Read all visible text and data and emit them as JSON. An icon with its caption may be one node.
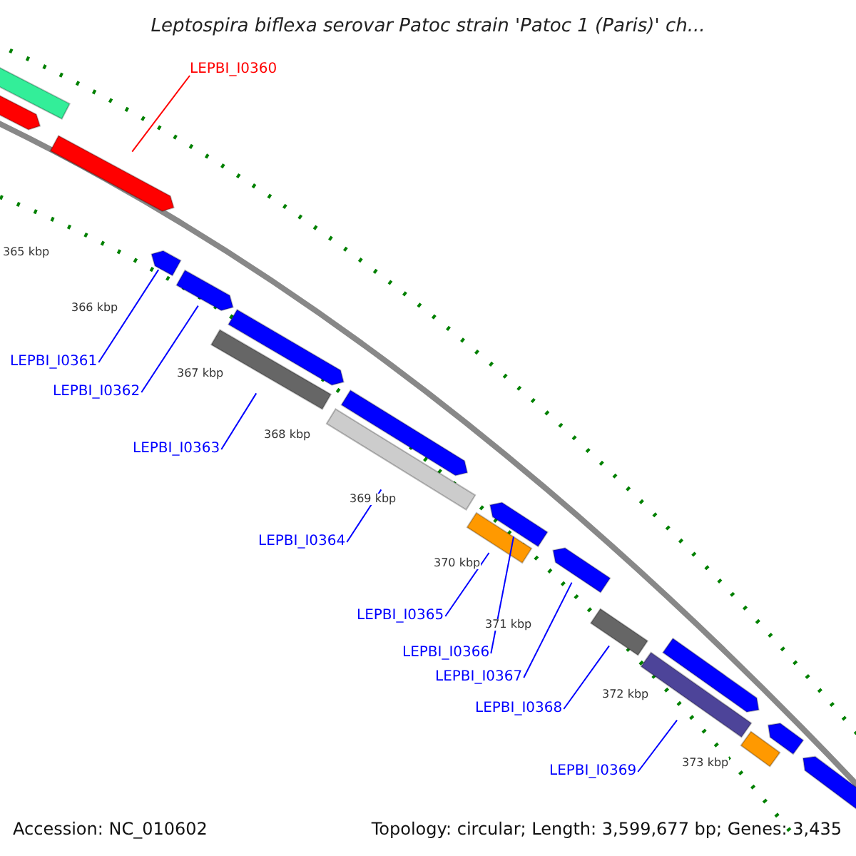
{
  "diagram": {
    "title": "Leptospira biflexa serovar Patoc strain 'Patoc 1 (Paris)' ch...",
    "nodes": [
      {
        "text": [
          "LEPBI_I0360"
        ]
      },
      {
        "text": [
          "LEPBI_I0361"
        ]
      },
      {
        "text": [
          "LEPBI_I0362"
        ]
      },
      {
        "text": [
          "LEPBI_I0363"
        ]
      },
      {
        "text": [
          "LEPBI_I0364"
        ]
      },
      {
        "text": [
          "LEPBI_I0365"
        ]
      },
      {
        "text": [
          "LEPBI_I0366"
        ]
      },
      {
        "text": [
          "LEPBI_I0367"
        ]
      },
      {
        "text": [
          "LEPBI_I0368"
        ]
      },
      {
        "text": [
          "LEPBI_I0369"
        ]
      },
      {
        "text": [],
        "shape": "bar"
      },
      {
        "text": [],
        "shape": "bar"
      },
      {
        "text": [],
        "shape": "bar"
      },
      {
        "text": [],
        "shape": "bar"
      },
      {
        "text": [],
        "shape": "bar"
      },
      {
        "text": [],
        "shape": "bar"
      },
      {
        "text": [],
        "shape": "bar"
      },
      {
        "text": [],
        "shape": "bar"
      },
      {
        "text": [],
        "shape": "bar"
      },
      {
        "text": [],
        "shape": "bar"
      },
      {
        "text": [],
        "shape": "bar"
      },
      {
        "text": [],
        "shape": "bar"
      },
      {
        "text": [],
        "shape": "bar"
      },
      {
        "text": [],
        "shape": "bar"
      },
      {
        "text": [],
        "shape": "bar"
      },
      {
        "text": [],
        "shape": "bar"
      },
      {
        "text": [],
        "shape": "bar"
      },
      {
        "text": [],
        "shape": "bar"
      }
    ],
    "edges": [
      {
        "from": 0,
        "to": 10,
        "arrow": "none",
        "color": "#ff0000"
      },
      {
        "from": 1,
        "to": 11,
        "arrow": "none"
      },
      {
        "from": 2,
        "to": 12,
        "arrow": "none"
      },
      {
        "from": 3,
        "to": 13,
        "arrow": "none"
      },
      {
        "from": 4,
        "to": 14,
        "arrow": "none"
      },
      {
        "from": 5,
        "to": 15,
        "arrow": "none"
      },
      {
        "from": 6,
        "to": 16,
        "arrow": "none"
      },
      {
        "from": 7,
        "to": 17,
        "arrow": "none"
      },
      {
        "from": 8,
        "to": 18,
        "arrow": "none"
      },
      {
        "from": 9,
        "to": 19,
        "arrow": "none"
      }
    ],
    "labels": [
      "365 kbp",
      "366 kbp",
      "367 kbp",
      "368 kbp",
      "369 kbp",
      "370 kbp",
      "371 kbp",
      "372 kbp",
      "373 kbp",
      "Accession: NC_010602",
      "Topology: circular; Length: 3,599,677 bp; Genes: 3,435"
    ]
  }
}
